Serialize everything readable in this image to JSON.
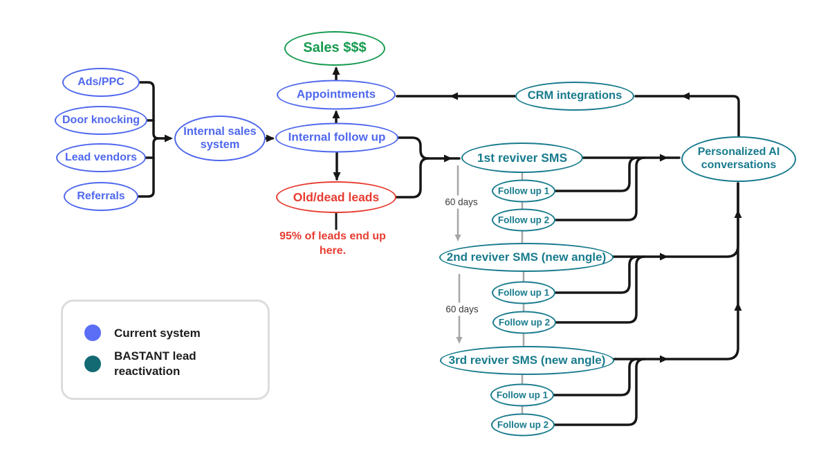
{
  "nodes": {
    "ads_ppc": "Ads/PPC",
    "door_knocking": "Door knocking",
    "lead_vendors": "Lead vendors",
    "referrals": "Referrals",
    "internal_sales": "Internal sales system",
    "sales": "Sales $$$",
    "appointments": "Appointments",
    "internal_follow_up": "Internal follow up",
    "old_dead_leads": "Old/dead leads",
    "crm": "CRM integrations",
    "reviver1": "1st reviver SMS",
    "reviver1_fu1": "Follow up 1",
    "reviver1_fu2": "Follow up 2",
    "reviver2": "2nd reviver SMS (new angle)",
    "reviver2_fu1": "Follow up 1",
    "reviver2_fu2": "Follow up 2",
    "reviver3": "3rd reviver SMS (new angle)",
    "reviver3_fu1": "Follow up 1",
    "reviver3_fu2": "Follow up 2",
    "personalized_ai": "Personalized AI conversations"
  },
  "annotations": {
    "dead_leads_note": "95% of leads end up here.",
    "wait_1": "60 days",
    "wait_2": "60 days"
  },
  "legend": {
    "current_system": "Current system",
    "bastant": "BASTANT lead reactivation",
    "current_color": "#5b6ef5",
    "bastant_color": "#136a73"
  },
  "colors": {
    "current_system_stroke": "#4f68ee",
    "bastant_stroke": "#187b8d",
    "sales_green": "#169a50",
    "dead_red": "#e73c31",
    "connector_black": "#161616",
    "connector_gray": "#a6a6a6"
  }
}
